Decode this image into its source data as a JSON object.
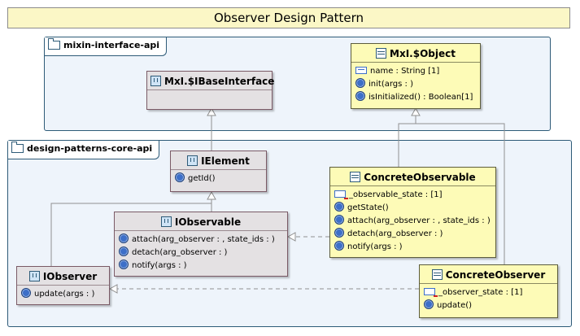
{
  "title": "Observer Design Pattern",
  "packages": {
    "mixin": {
      "label": "mixin-interface-api"
    },
    "core": {
      "label": "design-patterns-core-api"
    }
  },
  "classes": {
    "base_interface": {
      "name": "MxI.$IBaseInterface",
      "kind": "interface",
      "members": []
    },
    "object": {
      "name": "MxI.$Object",
      "kind": "class",
      "members": [
        "name : String [1]",
        "init(args : )",
        "isInitialized() : Boolean[1]"
      ]
    },
    "ielement": {
      "name": "IElement",
      "kind": "interface",
      "members": [
        "getId()"
      ]
    },
    "iobservable": {
      "name": "IObservable",
      "kind": "interface",
      "members": [
        "attach(arg_observer : , state_ids : )",
        "detach(arg_observer : )",
        "notify(args : )"
      ]
    },
    "iobserver": {
      "name": "IObserver",
      "kind": "interface",
      "members": [
        "update(args : )"
      ]
    },
    "concrete_observable": {
      "name": "ConcreteObservable",
      "kind": "class",
      "members": [
        "_observable_state : [1]",
        "getState()",
        "attach(arg_observer : , state_ids : )",
        "detach(arg_observer : )",
        "notify(args : )"
      ]
    },
    "concrete_observer": {
      "name": "ConcreteObserver",
      "kind": "class",
      "members": [
        "_observer_state : [1]",
        "update()"
      ]
    }
  },
  "colors": {
    "package_border": "#2e5b78",
    "package_fill": "#eef4fb",
    "interface_fill": "#e4e1e3",
    "class_fill": "#fdfbb7",
    "title_fill": "#fbf7c6",
    "connector": "#909090"
  }
}
